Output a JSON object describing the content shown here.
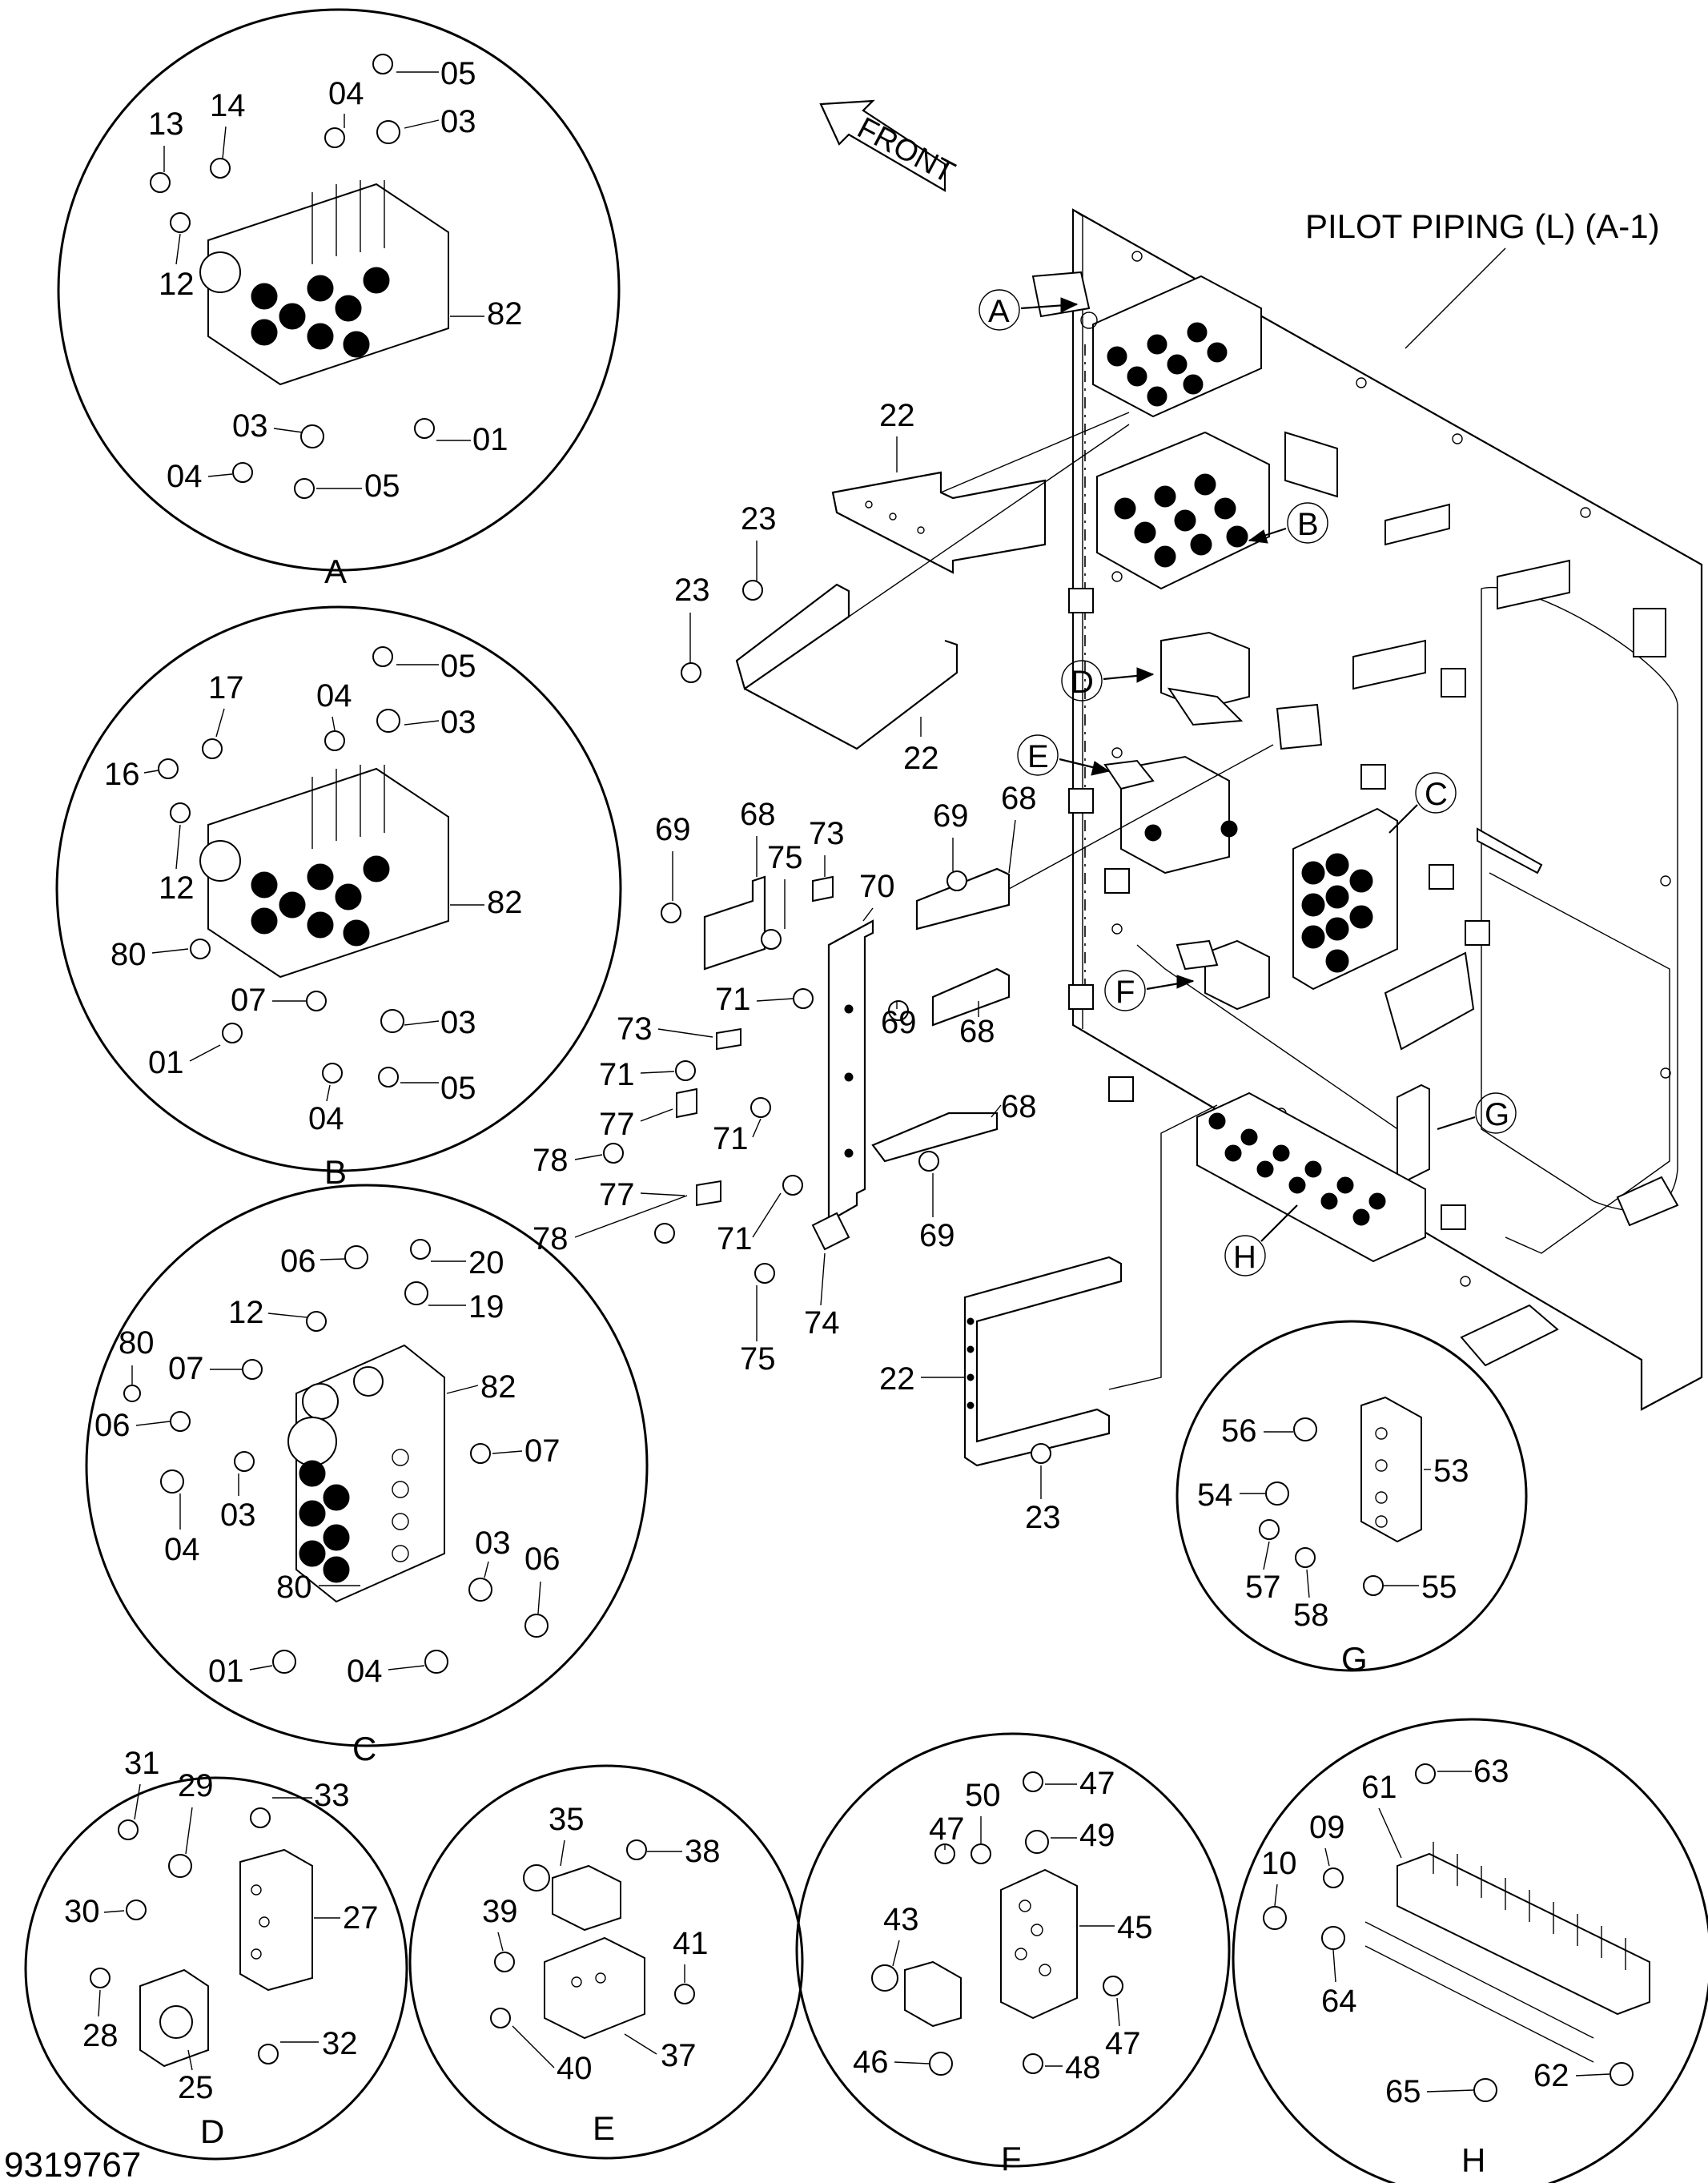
{
  "drawing_number": "9319767",
  "title": "PILOT PIPING (L) (A-1)",
  "front_label": "FRONT",
  "view_markers": [
    "A",
    "B",
    "C",
    "D",
    "E",
    "F",
    "G",
    "H"
  ],
  "detail_captions": {
    "A": "A",
    "B": "B",
    "C": "C",
    "D": "D",
    "E": "E",
    "F": "F",
    "G": "G",
    "H": "H"
  },
  "callouts": {
    "A": [
      "05",
      "04",
      "03",
      "13",
      "14",
      "12",
      "82",
      "03",
      "01",
      "04",
      "05"
    ],
    "B": [
      "05",
      "17",
      "04",
      "03",
      "16",
      "12",
      "82",
      "80",
      "07",
      "03",
      "01",
      "04",
      "05"
    ],
    "C": [
      "06",
      "20",
      "12",
      "19",
      "80",
      "07",
      "82",
      "06",
      "07",
      "04",
      "03",
      "03",
      "06",
      "80",
      "01",
      "04"
    ],
    "main": [
      "22",
      "23",
      "23",
      "22",
      "69",
      "68",
      "75",
      "73",
      "70",
      "69",
      "68",
      "71",
      "73",
      "71",
      "77",
      "78",
      "71",
      "69",
      "68",
      "68",
      "77",
      "78",
      "71",
      "75",
      "74",
      "69",
      "22",
      "23"
    ],
    "G": [
      "56",
      "53",
      "54",
      "57",
      "58",
      "55"
    ],
    "D": [
      "31",
      "29",
      "33",
      "30",
      "27",
      "28",
      "25",
      "32"
    ],
    "E": [
      "35",
      "38",
      "39",
      "41",
      "40",
      "37"
    ],
    "F": [
      "50",
      "47",
      "47",
      "49",
      "43",
      "45",
      "46",
      "48",
      "47"
    ],
    "H": [
      "61",
      "63",
      "09",
      "10",
      "64",
      "65",
      "62"
    ]
  }
}
